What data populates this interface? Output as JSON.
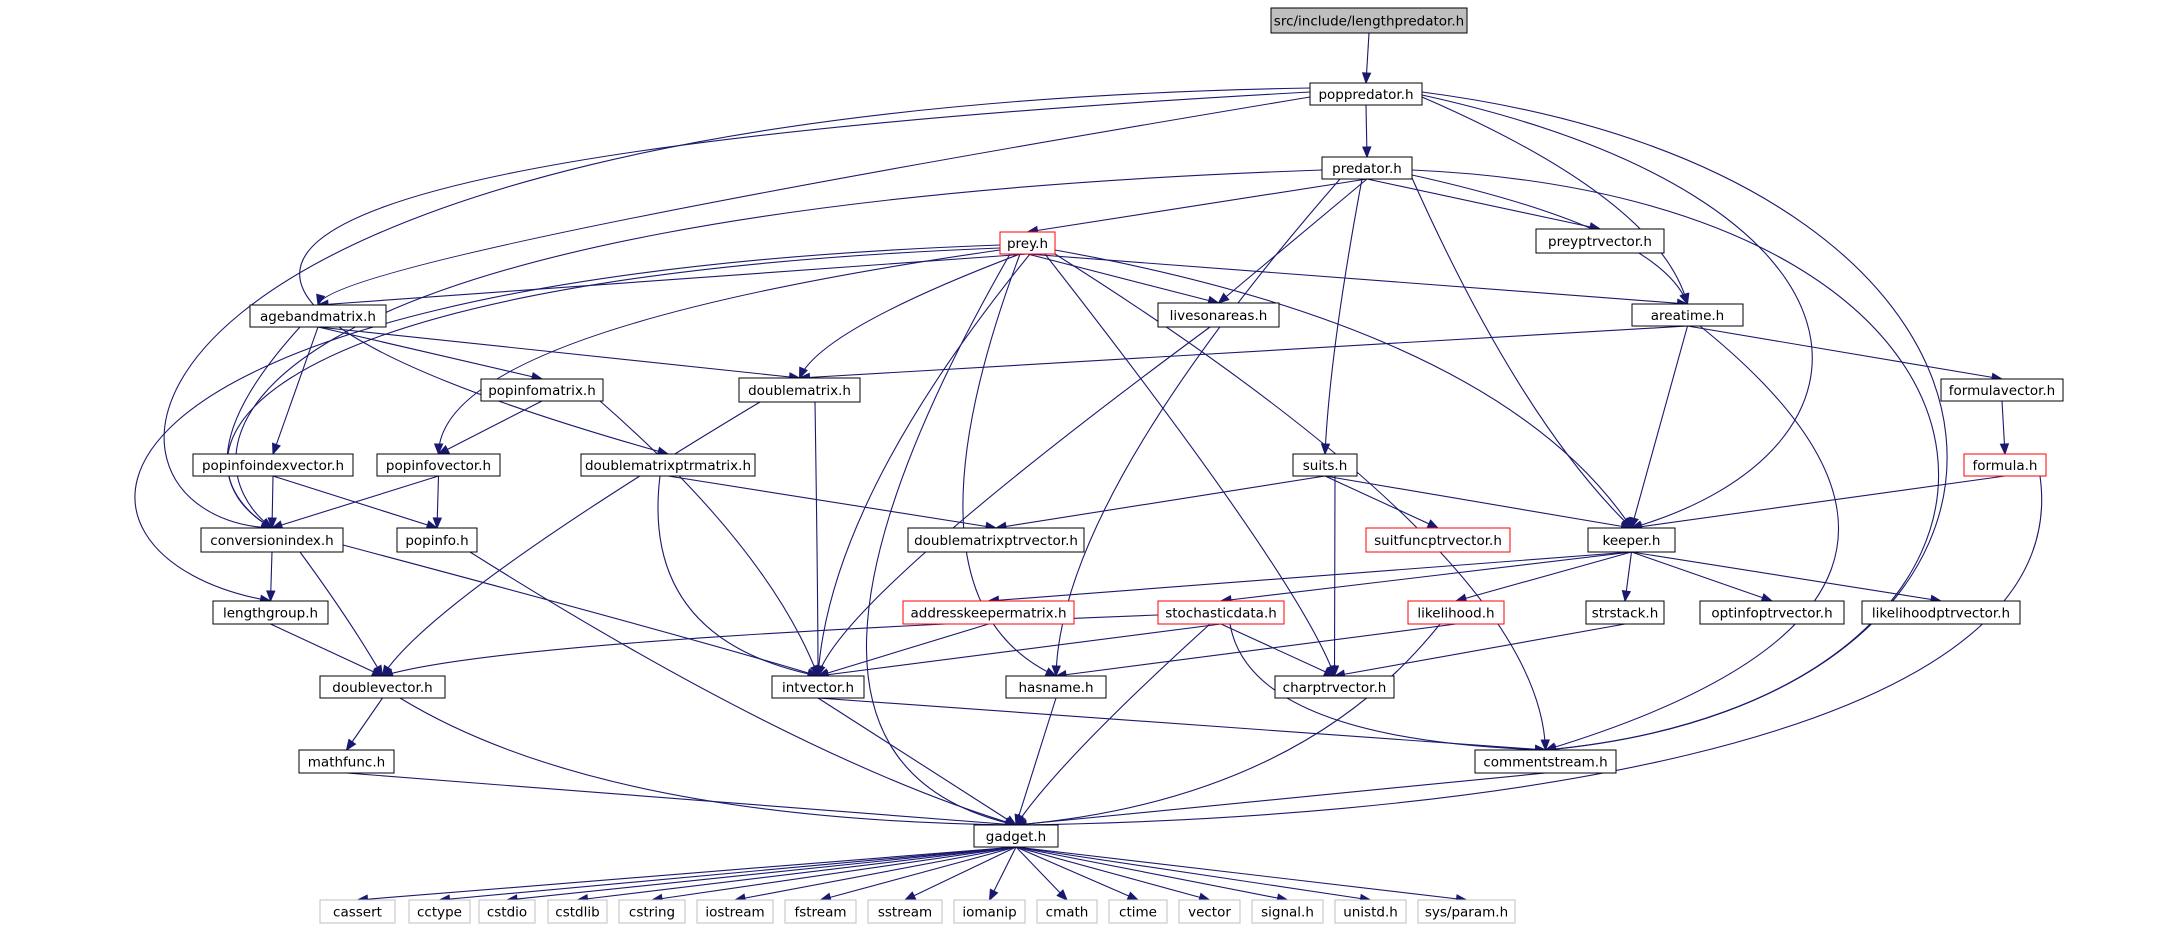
{
  "colors": {
    "edge": "#191970",
    "root_fill": "#bfbfbf",
    "normal_border": "#000000",
    "incomplete_border": "#ff0000",
    "external_border": "#bfbfbf"
  },
  "nodes": {
    "root": "src/include/lengthpredator.h",
    "poppredator": "poppredator.h",
    "predator": "predator.h",
    "prey": "prey.h",
    "preyptrvector": "preyptrvector.h",
    "agebandmatrix": "agebandmatrix.h",
    "livesonareas": "livesonareas.h",
    "areatime": "areatime.h",
    "doublematrix": "doublematrix.h",
    "popinfomatrix": "popinfomatrix.h",
    "formulavector": "formulavector.h",
    "popinfoindexvector": "popinfoindexvector.h",
    "popinfovector": "popinfovector.h",
    "doublematrixptrmatrix": "doublematrixptrmatrix.h",
    "suits": "suits.h",
    "formula": "formula.h",
    "conversionindex": "conversionindex.h",
    "popinfo": "popinfo.h",
    "doublematrixptrvector": "doublematrixptrvector.h",
    "suitfuncptrvector": "suitfuncptrvector.h",
    "keeper": "keeper.h",
    "lengthgroup": "lengthgroup.h",
    "addresskeepermatrix": "addresskeepermatrix.h",
    "stochasticdata": "stochasticdata.h",
    "likelihood": "likelihood.h",
    "strstack": "strstack.h",
    "optinfoptrvector": "optinfoptrvector.h",
    "likelihoodptrvector": "likelihoodptrvector.h",
    "doublevector": "doublevector.h",
    "intvector": "intvector.h",
    "hasname": "hasname.h",
    "charptrvector": "charptrvector.h",
    "mathfunc": "mathfunc.h",
    "commentstream": "commentstream.h",
    "gadget": "gadget.h",
    "cassert": "cassert",
    "cctype": "cctype",
    "cstdio": "cstdio",
    "cstdlib": "cstdlib",
    "cstring": "cstring",
    "iostream": "iostream",
    "fstream": "fstream",
    "sstream": "sstream",
    "iomanip": "iomanip",
    "cmath": "cmath",
    "ctime": "ctime",
    "vector": "vector",
    "signal": "signal.h",
    "unistd": "unistd.h",
    "sysparam": "sys/param.h"
  }
}
